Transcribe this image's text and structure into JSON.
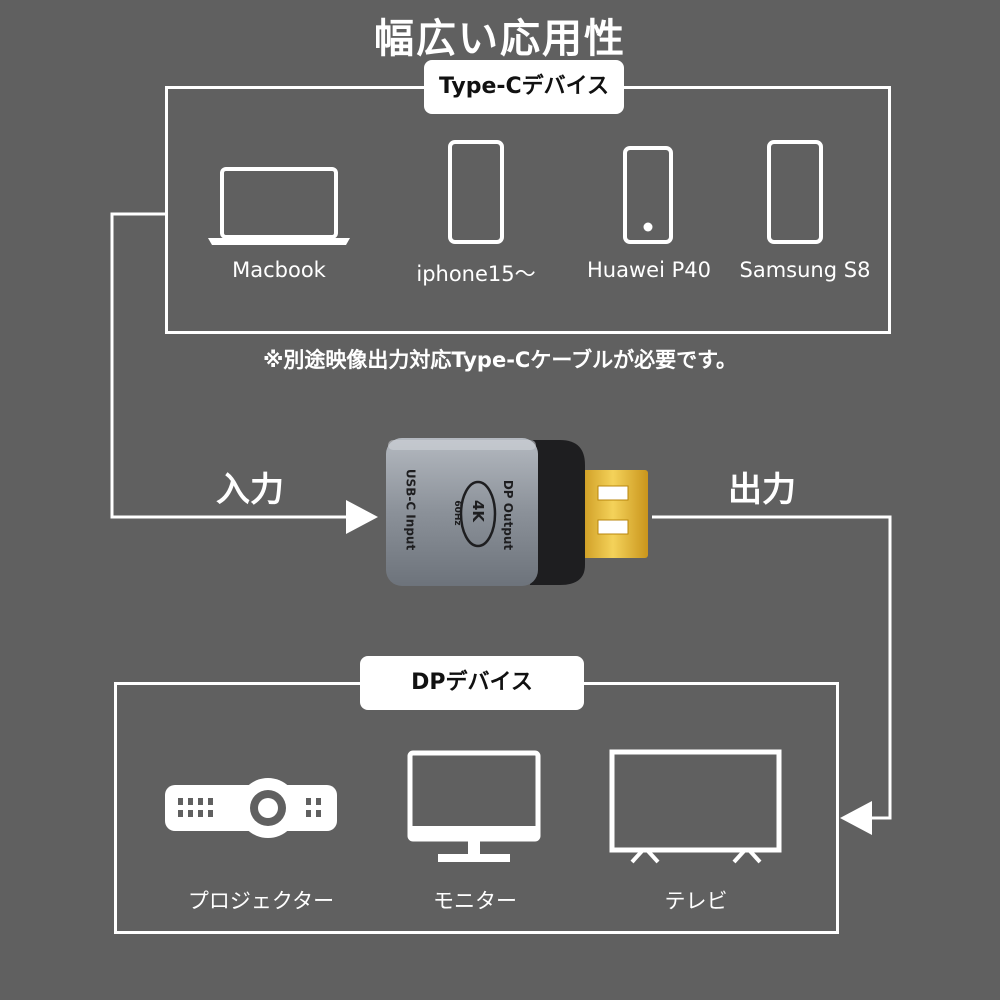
{
  "title": "幅広い応用性",
  "typec_group": {
    "heading": "Type-Cデバイス",
    "devices": [
      {
        "label": "Macbook",
        "icon": "laptop-icon"
      },
      {
        "label": "iphone15～",
        "icon": "phone-icon"
      },
      {
        "label": "Huawei P40",
        "icon": "phone-icon"
      },
      {
        "label": "Samsung S8",
        "icon": "phone-icon"
      }
    ],
    "note": "※別途映像出力対応Type-Cケーブルが必要です。"
  },
  "adapter": {
    "input_label": "入力",
    "output_label": "出力",
    "side_text_input": "USB-C Input",
    "badge_main": "4K",
    "badge_sub": "60Hz",
    "side_text_output": "DP Output"
  },
  "dp_group": {
    "heading": "DPデバイス",
    "devices": [
      {
        "label": "プロジェクター",
        "icon": "projector-icon"
      },
      {
        "label": "モニター",
        "icon": "monitor-icon"
      },
      {
        "label": "テレビ",
        "icon": "tv-icon"
      }
    ]
  },
  "colors": {
    "background": "#606060",
    "line": "#ffffff",
    "adapter_body": "#9aa0a8",
    "connector_gold": "#e9b830"
  }
}
